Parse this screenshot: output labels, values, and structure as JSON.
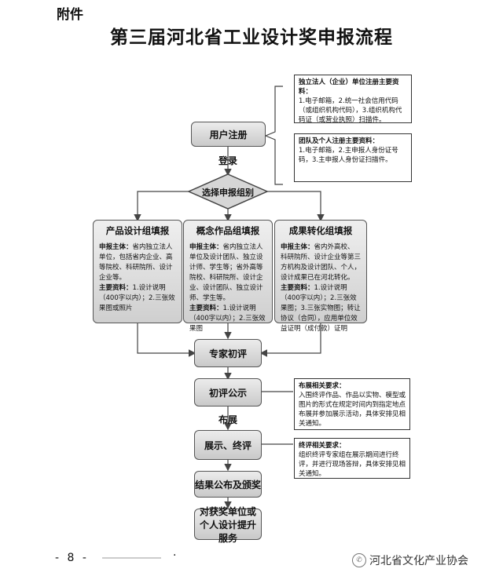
{
  "header": {
    "attachment": "附件",
    "title": "第三届河北省工业设计奖申报流程"
  },
  "register": {
    "label": "用户注册",
    "note_company_title": "独立法人（企业）单位注册主要资料：",
    "note_company_body": "1.电子邮箱，2.统一社会信用代码（或组织机构代码），3.组织机构代码证（或营业执照）扫描件。",
    "note_team_title": "团队及个人注册主要资料：",
    "note_team_body": "1.电子邮箱，2.主申报人身份证号码，3.主申报人身份证扫描件。"
  },
  "login_label": "登录",
  "select_group": "选择申报组别",
  "columns": [
    {
      "title": "产品设计组填报",
      "subject_label": "申报主体：",
      "subject": "省内独立法人单位，包括省内企业、高等院校、科研院所、设计企业等。",
      "materials_label": "主要资料：",
      "materials": "1.设计说明（400字以内）；2.三张效果图或照片"
    },
    {
      "title": "概念作品组填报",
      "subject_label": "申报主体：",
      "subject": "省内独立法人单位及设计团队、独立设计师、学生等；省外高等院校、科研院所、设计企业、设计团队、独立设计师、学生等。",
      "materials_label": "主要资料：",
      "materials": "1.设计说明（400字以内）；2.三张效果图"
    },
    {
      "title": "成果转化组填报",
      "subject_label": "申报主体：",
      "subject": "省内外高校、科研院所、设计企业等第三方机构及设计团队、个人，设计成果已在河北转化。",
      "materials_label": "主要资料：",
      "materials": "1.设计说明（400字以内）；2.三张效果图；3.三张实物图；转让协议（合同），应用单位效益证明（成付款）证明"
    }
  ],
  "steps": {
    "expert_first": "专家初评",
    "first_publicity": "初评公示",
    "exhibit_label": "布展",
    "final": "展示、终评",
    "publish": "结果公布及颁奖",
    "upgrade": "对获奖单位或个人设计提升服务"
  },
  "notes": {
    "exhibit_title": "布展相关要求：",
    "exhibit_body": "入围终评作品、作品以实物、模型或图片的形式在规定时间内到指定地点布展并参加展示活动，具体安排见相关通知。",
    "final_title": "终评相关要求：",
    "final_body": "组织终评专家组在展示期间进行终评，并进行现场答辩，具体安排见相关通知。"
  },
  "footer": {
    "page": "- 8 -",
    "dot": "·",
    "source": "河北省文化产业协会"
  }
}
